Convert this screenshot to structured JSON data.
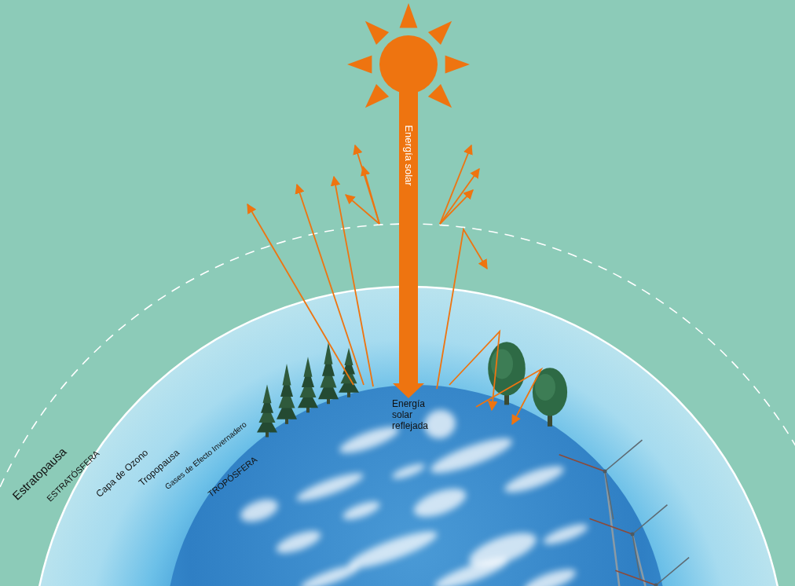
{
  "diagram": {
    "labels": [
      "Energía solar",
      "Energía solar reflejada",
      "Estratopausa",
      "ESTRATÓSFERA",
      "Capa de Ozono",
      "Tropopausa",
      "Gases de Efecto Invernadero",
      "TROPÓSFERA"
    ]
  }
}
